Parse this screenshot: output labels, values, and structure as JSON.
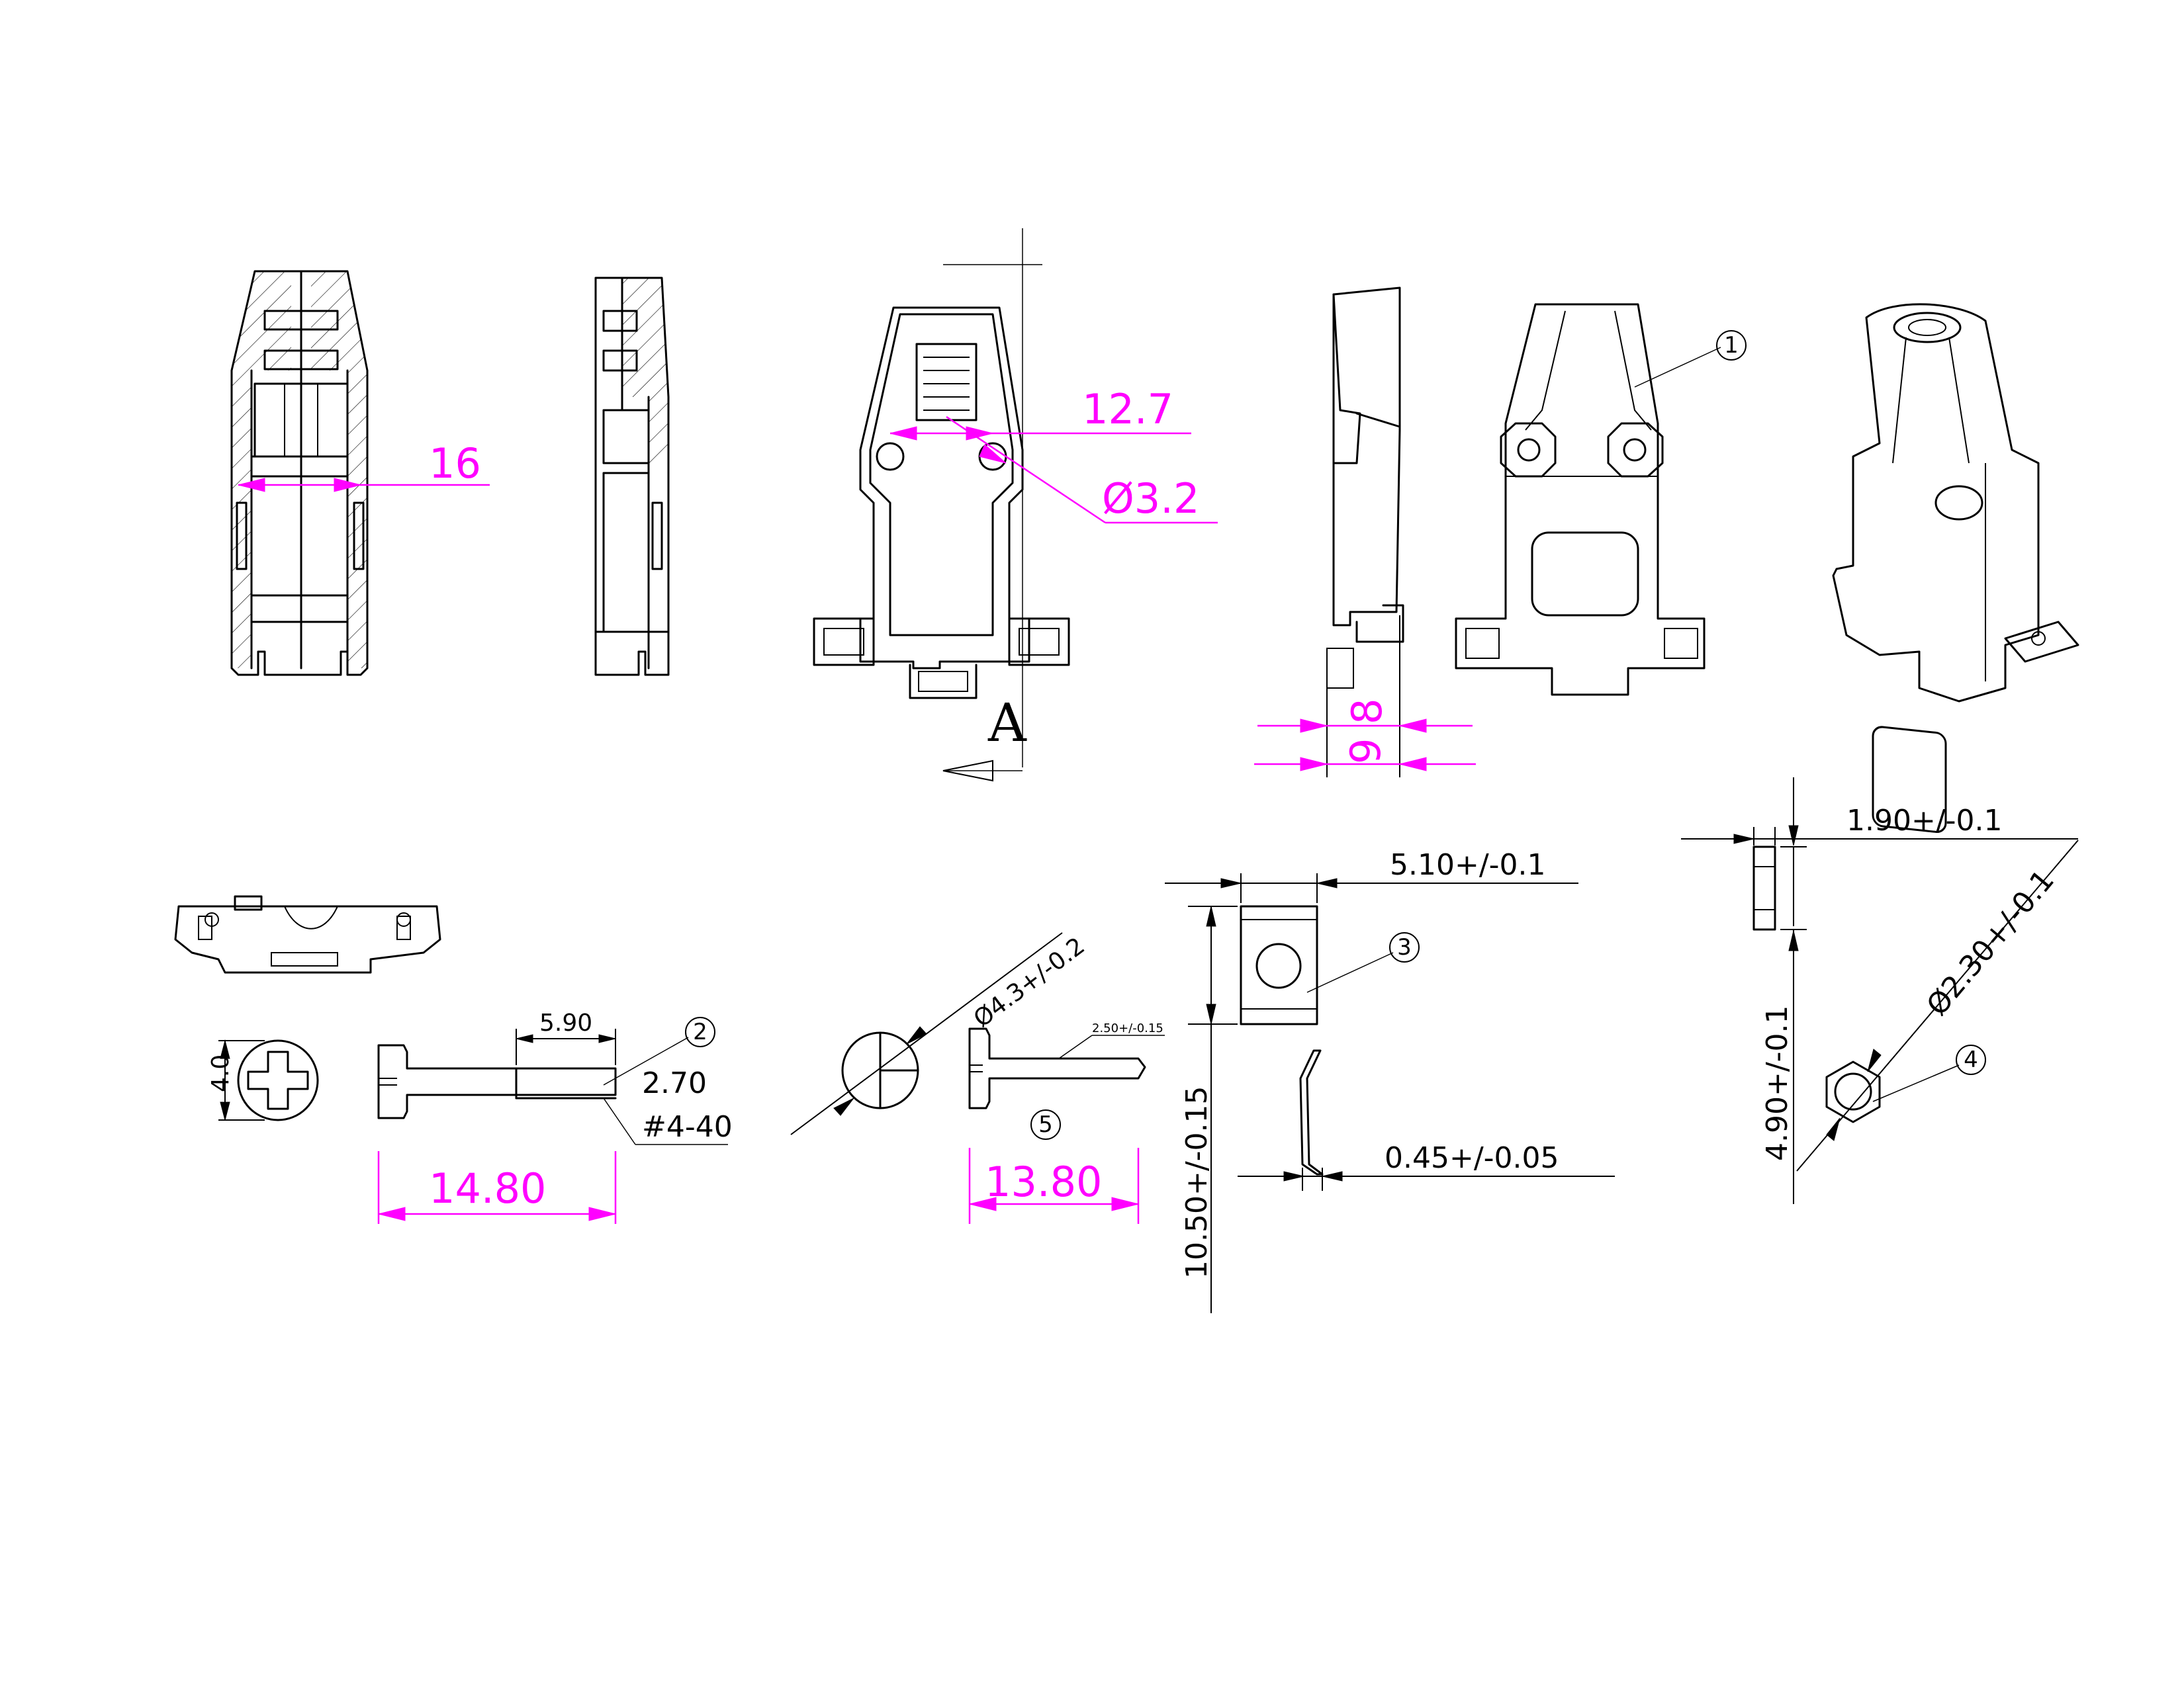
{
  "dimensions": {
    "d16": "16",
    "d12_7": "12.7",
    "d_phi3_2": "Ø3.2",
    "d8": "8",
    "d9": "9",
    "d5_90": "5.90",
    "d2_70": "2.70",
    "d4_40": "#4-40",
    "d4_0": "4.0",
    "d14_80": "14.80",
    "d_phi4_3": "Ø4.3+/-0.2",
    "d2_50": "2.50+/-0.15",
    "d13_80": "13.80",
    "d5_10": "5.10+/-0.1",
    "d10_50": "10.50+/-0.15",
    "d0_45": "0.45+/-0.05",
    "d1_90": "1.90+/-0.1",
    "d_phi2_30": "Ø2.30+/-0.1",
    "d4_90": "4.90+/-0.1"
  },
  "callouts": {
    "c1": "1",
    "c2": "2",
    "c3": "3",
    "c4": "4",
    "c5": "5"
  },
  "view_label": "A",
  "colors": {
    "dimension": "#ff00ff",
    "outline": "#000000",
    "note": "#00aaaa"
  }
}
